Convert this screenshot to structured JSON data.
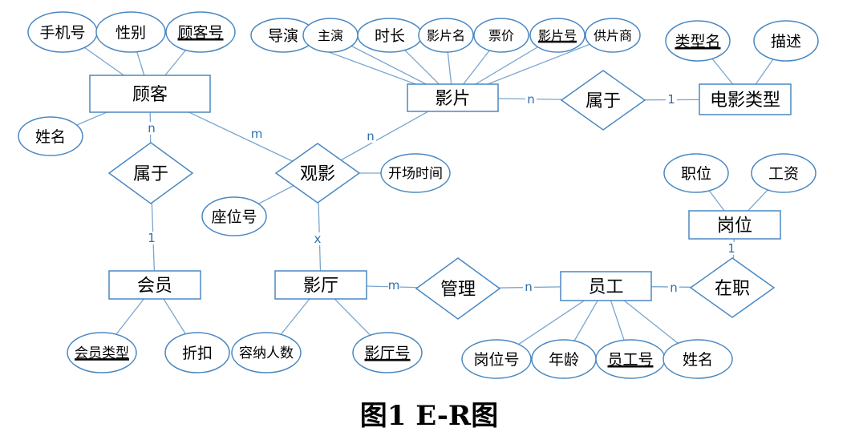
{
  "caption": "图1 E-R图",
  "entities": [
    {
      "id": "customer",
      "label": "顾客"
    },
    {
      "id": "film",
      "label": "影片"
    },
    {
      "id": "filmtype",
      "label": "电影类型"
    },
    {
      "id": "member",
      "label": "会员"
    },
    {
      "id": "hall",
      "label": "影厅"
    },
    {
      "id": "staff",
      "label": "员工"
    },
    {
      "id": "post",
      "label": "岗位"
    }
  ],
  "relationships": [
    {
      "id": "r_film_type",
      "label": "属于"
    },
    {
      "id": "r_cust_member",
      "label": "属于"
    },
    {
      "id": "r_watch",
      "label": "观影"
    },
    {
      "id": "r_manage",
      "label": "管理"
    },
    {
      "id": "r_employ",
      "label": "在职"
    }
  ],
  "attributes": [
    {
      "id": "a_phone",
      "label": "手机号",
      "key": false
    },
    {
      "id": "a_gender",
      "label": "性别",
      "key": false
    },
    {
      "id": "a_custno",
      "label": "顾客号",
      "key": true
    },
    {
      "id": "a_custname",
      "label": "姓名",
      "key": false
    },
    {
      "id": "a_director",
      "label": "导演",
      "key": false
    },
    {
      "id": "a_star",
      "label": "主演",
      "key": false
    },
    {
      "id": "a_duration",
      "label": "时长",
      "key": false
    },
    {
      "id": "a_filmname",
      "label": "影片名",
      "key": false
    },
    {
      "id": "a_price",
      "label": "票价",
      "key": false
    },
    {
      "id": "a_filmno",
      "label": "影片号",
      "key": true
    },
    {
      "id": "a_supplier",
      "label": "供片商",
      "key": false
    },
    {
      "id": "a_typename",
      "label": "类型名",
      "key": true
    },
    {
      "id": "a_desc",
      "label": "描述",
      "key": false
    },
    {
      "id": "a_start",
      "label": "开场时间",
      "key": false
    },
    {
      "id": "a_seat",
      "label": "座位号",
      "key": false
    },
    {
      "id": "a_posname",
      "label": "职位",
      "key": false
    },
    {
      "id": "a_salary",
      "label": "工资",
      "key": false
    },
    {
      "id": "a_memtype",
      "label": "会员类型",
      "key": true
    },
    {
      "id": "a_discount",
      "label": "折扣",
      "key": false
    },
    {
      "id": "a_capacity",
      "label": "容纳人数",
      "key": false
    },
    {
      "id": "a_hallno",
      "label": "影厅号",
      "key": true
    },
    {
      "id": "a_postno",
      "label": "岗位号",
      "key": false
    },
    {
      "id": "a_age",
      "label": "年龄",
      "key": false
    },
    {
      "id": "a_staffno",
      "label": "员工号",
      "key": true
    },
    {
      "id": "a_staffname",
      "label": "姓名",
      "key": false
    }
  ],
  "cardinalities": [
    {
      "id": "c1",
      "label": "n"
    },
    {
      "id": "c2",
      "label": "1"
    },
    {
      "id": "c3",
      "label": "n"
    },
    {
      "id": "c4",
      "label": "1"
    },
    {
      "id": "c5",
      "label": "m"
    },
    {
      "id": "c6",
      "label": "n"
    },
    {
      "id": "c7",
      "label": "x"
    },
    {
      "id": "c8",
      "label": "m"
    },
    {
      "id": "c9",
      "label": "n"
    },
    {
      "id": "c10",
      "label": "n"
    },
    {
      "id": "c11",
      "label": "1"
    }
  ]
}
